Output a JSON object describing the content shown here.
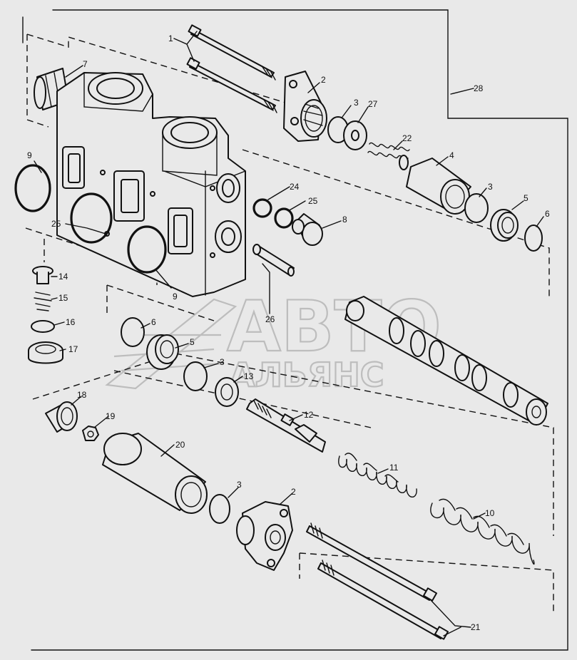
{
  "labels": {
    "p1": "1",
    "p2a": "2",
    "p2b": "2",
    "p3a": "3",
    "p3b": "3",
    "p3c": "3",
    "p3d": "3",
    "p4": "4",
    "p5a": "5",
    "p5b": "5",
    "p6a": "6",
    "p6b": "6",
    "p7": "7",
    "p8": "8",
    "p9a": "9",
    "p9b": "9",
    "p10": "10",
    "p11": "11",
    "p12": "12",
    "p13": "13",
    "p14": "14",
    "p15": "15",
    "p16": "16",
    "p17": "17",
    "p18": "18",
    "p19": "19",
    "p20": "20",
    "p21": "21",
    "p22": "22",
    "p24": "24",
    "p25a": "25",
    "p25b": "25",
    "p26": "26",
    "p27": "27",
    "p28": "28"
  },
  "watermark": {
    "line1": "АВТО",
    "line2": "АЛЬЯНС"
  },
  "colors": {
    "background": "#e9e9e9",
    "ink": "#111111",
    "watermark": "#bdbdbd"
  }
}
